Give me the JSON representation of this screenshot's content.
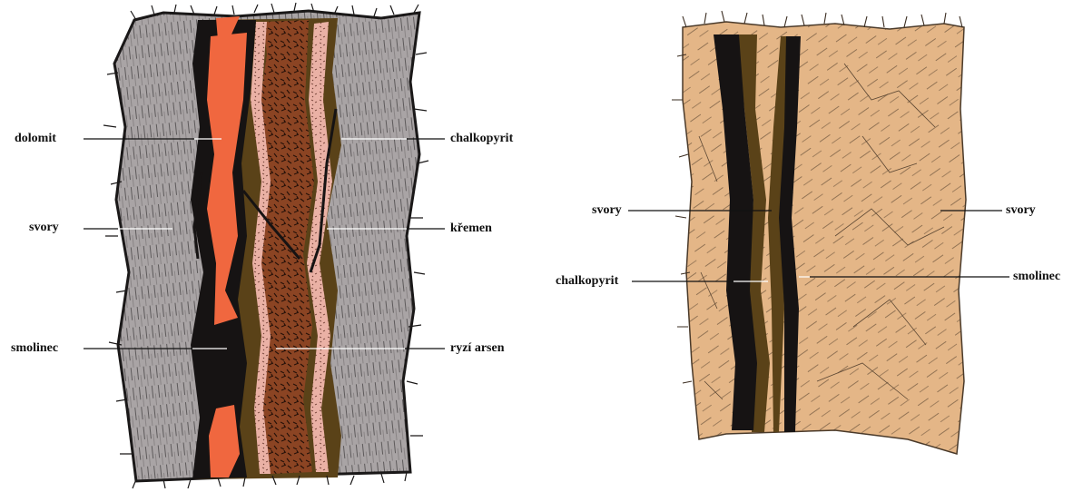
{
  "colors": {
    "host_gray": "#a9a4a5",
    "host_gray_dark": "#8f8a8b",
    "dolomite": "#f0673f",
    "pitchblende": "#161313",
    "chalcopyrite": "#5a4218",
    "arsenic": "#8b4423",
    "quartz": "#eab1a5",
    "host_tan": "#e4b687",
    "leader": "#111111",
    "leader_on_dark": "#ffffff"
  },
  "left_panel": {
    "labels": {
      "dolomit": "dolomit",
      "svory": "svory",
      "smolinec": "smolinec",
      "chalkopyrit": "chalkopyrit",
      "kremen": "křemen",
      "ryzi_arsen": "ryzí arsen"
    }
  },
  "right_panel": {
    "labels": {
      "svory_left": "svory",
      "chalkopyrit": "chalkopyrit",
      "svory_right": "svory",
      "smolinec": "smolinec"
    }
  }
}
